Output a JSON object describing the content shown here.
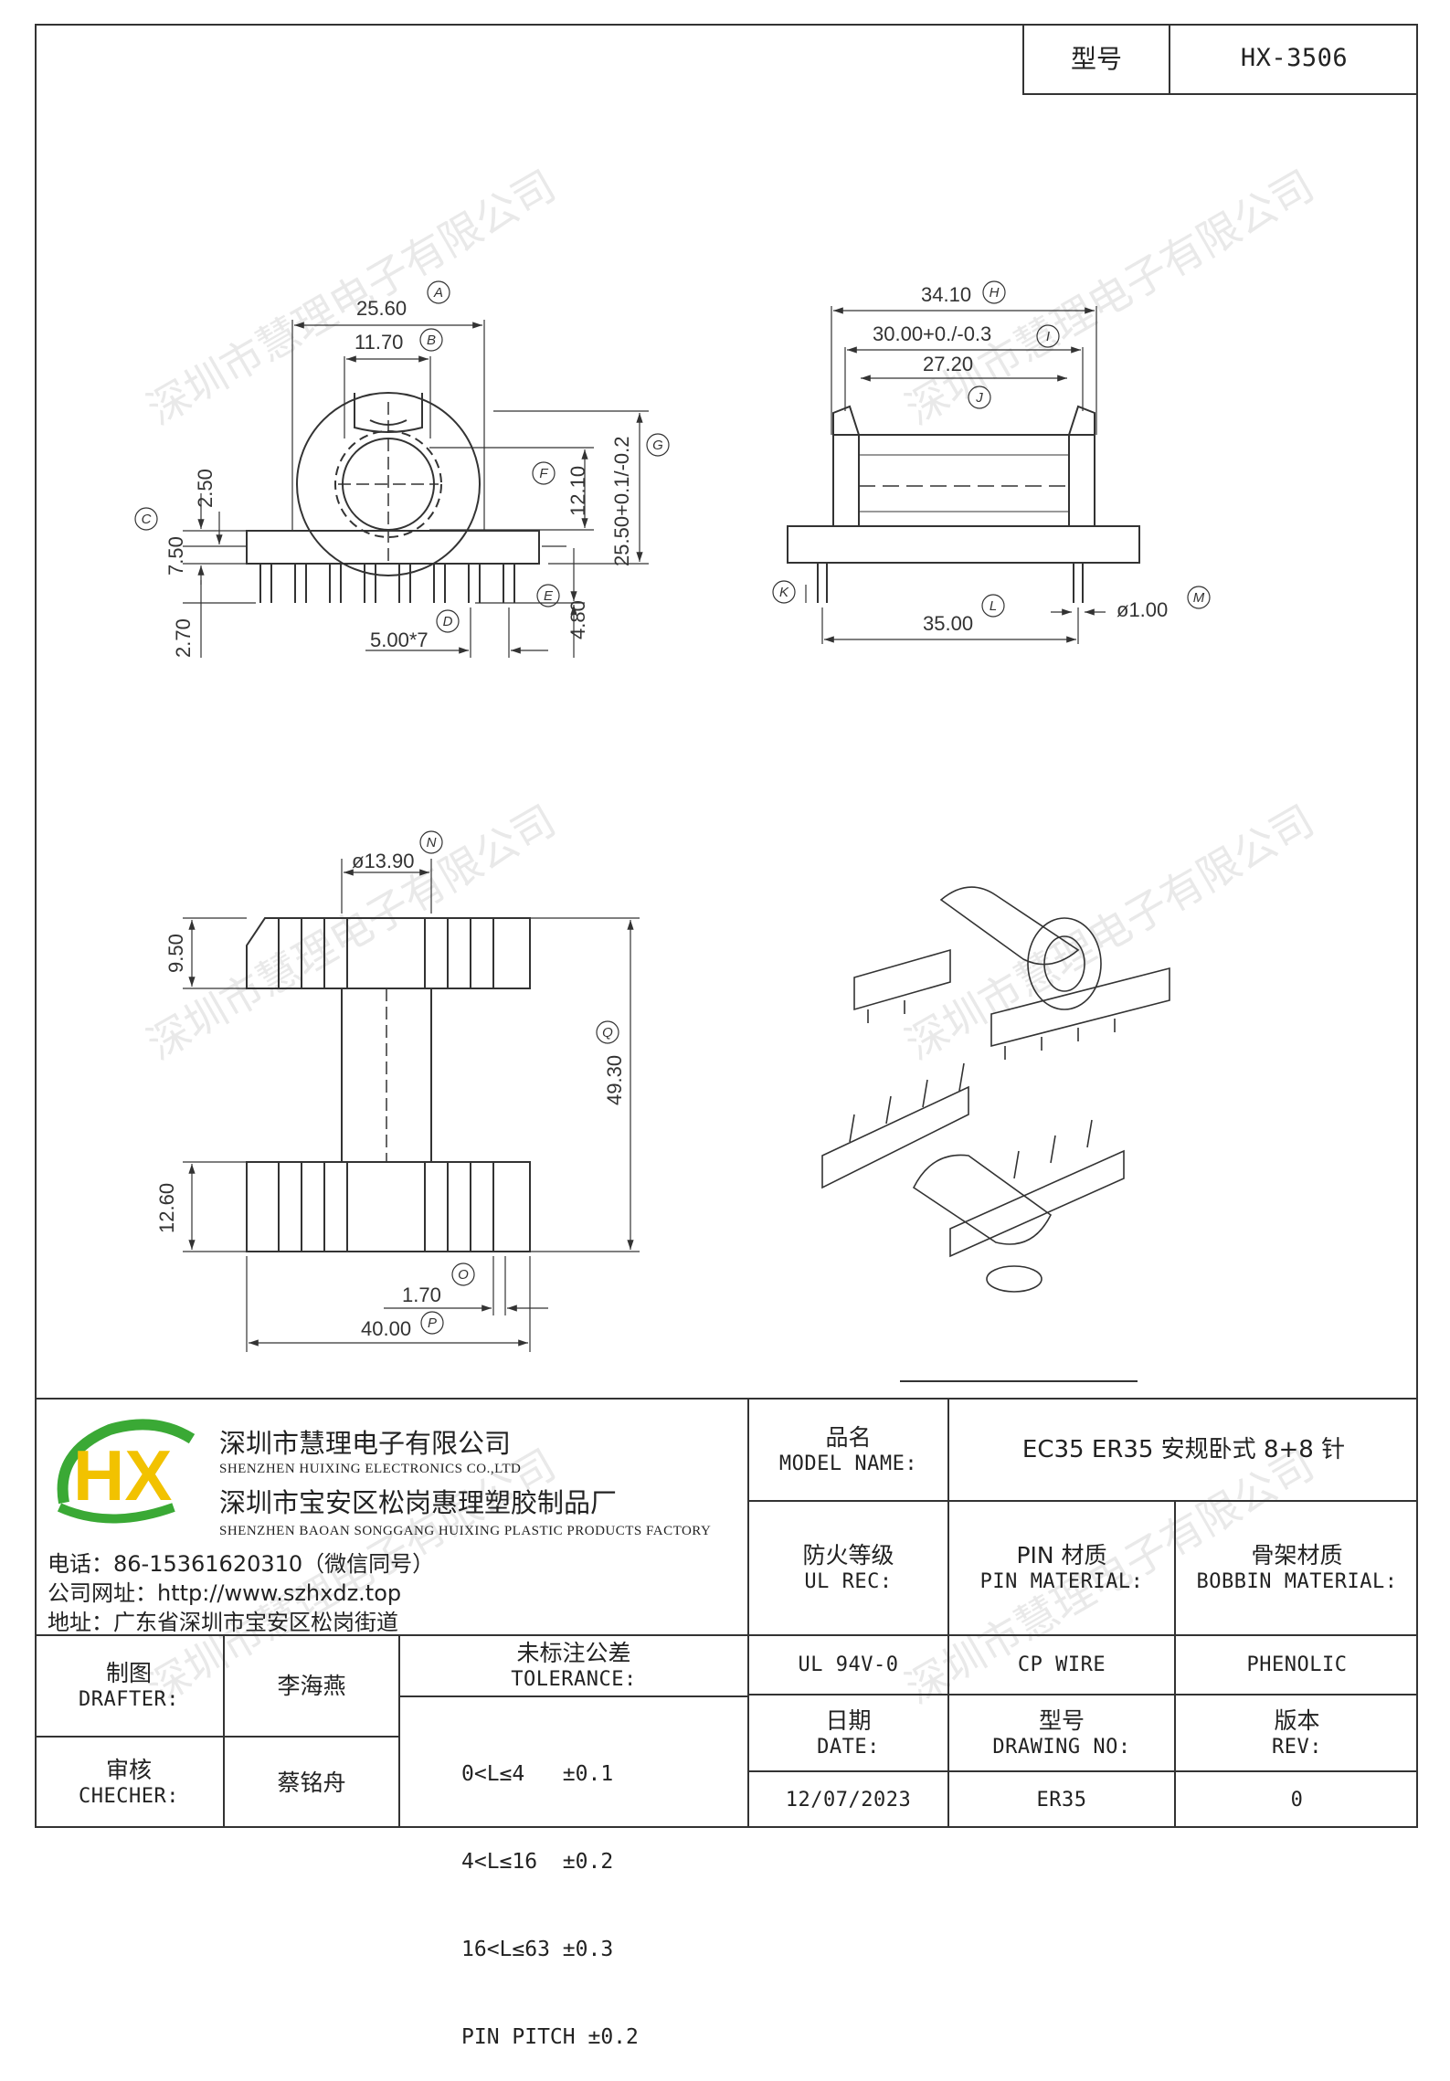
{
  "header": {
    "model_label": "型号",
    "model_value": "HX-3506"
  },
  "dimensions": {
    "d25_60": "25.60",
    "d11_70": "11.70",
    "d2_50": "2.50",
    "d7_50": "7.50",
    "d2_70": "2.70",
    "d12_10": "12.10",
    "d25_50": "25.50+0.1/-0.2",
    "d4_80": "4.80",
    "d5x7": "5.00*7",
    "d34_10": "34.10",
    "d30_00": "30.00+0./-0.3",
    "d27_20": "27.20",
    "d35_00": "35.00",
    "d1_00": "ø1.00",
    "d13_90": "ø13.90",
    "d9_50": "9.50",
    "d49_30": "49.30",
    "d12_60": "12.60",
    "d1_70": "1.70",
    "d40_00": "40.00",
    "tags": {
      "A": "A",
      "B": "B",
      "C": "C",
      "D": "D",
      "E": "E",
      "F": "F",
      "G": "G",
      "H": "H",
      "I": "I",
      "J": "J",
      "K": "K",
      "L": "L",
      "M": "M",
      "N": "N",
      "O": "O",
      "P": "P",
      "Q": "Q"
    }
  },
  "watermark": "深圳市慧理电子有限公司",
  "company": {
    "logo_text": "HX",
    "name_cn_1": "深圳市慧理电子有限公司",
    "name_en_1": "SHENZHEN HUIXING ELECTRONICS CO.,LTD",
    "name_cn_2": "深圳市宝安区松岗惠理塑胶制品厂",
    "name_en_2": "SHENZHEN BAOAN SONGGANG HUIXING PLASTIC PRODUCTS FACTORY",
    "phone": "电话：86-15361620310（微信同号）",
    "website": "公司网址：http://www.szhxdz.top",
    "address": "地址：广东省深圳市宝安区松岗街道"
  },
  "title_block": {
    "model_name_cn": "品名",
    "model_name_en": "MODEL NAME:",
    "model_name_value": "EC35 ER35 安规卧式 8+8 针",
    "ul_cn": "防火等级",
    "ul_en": "UL REC:",
    "pin_cn": "PIN 材质",
    "pin_en": "PIN MATERIAL:",
    "bobbin_cn": "骨架材质",
    "bobbin_en": "BOBBIN MATERIAL:",
    "ul_value": "UL 94V-0",
    "pin_value": "CP WIRE",
    "bobbin_value": "PHENOLIC",
    "date_cn": "日期",
    "date_en": "DATE:",
    "drawing_cn": "型号",
    "drawing_en": "DRAWING NO:",
    "rev_cn": "版本",
    "rev_en": "REV:",
    "date_value": "12/07/2023",
    "drawing_value": "ER35",
    "rev_value": "0",
    "drafter_cn": "制图",
    "drafter_en": "DRAFTER:",
    "drafter_name": "李海燕",
    "checker_cn": "审核",
    "checker_en": "CHECHER:",
    "checker_name": "蔡铭舟",
    "tolerance_cn": "未标注公差",
    "tolerance_en": "TOLERANCE:",
    "tolerance_lines": [
      "0<L≤4   ±0.1",
      "4<L≤16  ±0.2",
      "16<L≤63 ±0.3",
      "PIN PITCH ±0.2"
    ]
  },
  "colors": {
    "logo_green": "#3aa935",
    "logo_yellow": "#f2c200",
    "logo_blue": "#2b5fa8",
    "line": "#333333"
  }
}
